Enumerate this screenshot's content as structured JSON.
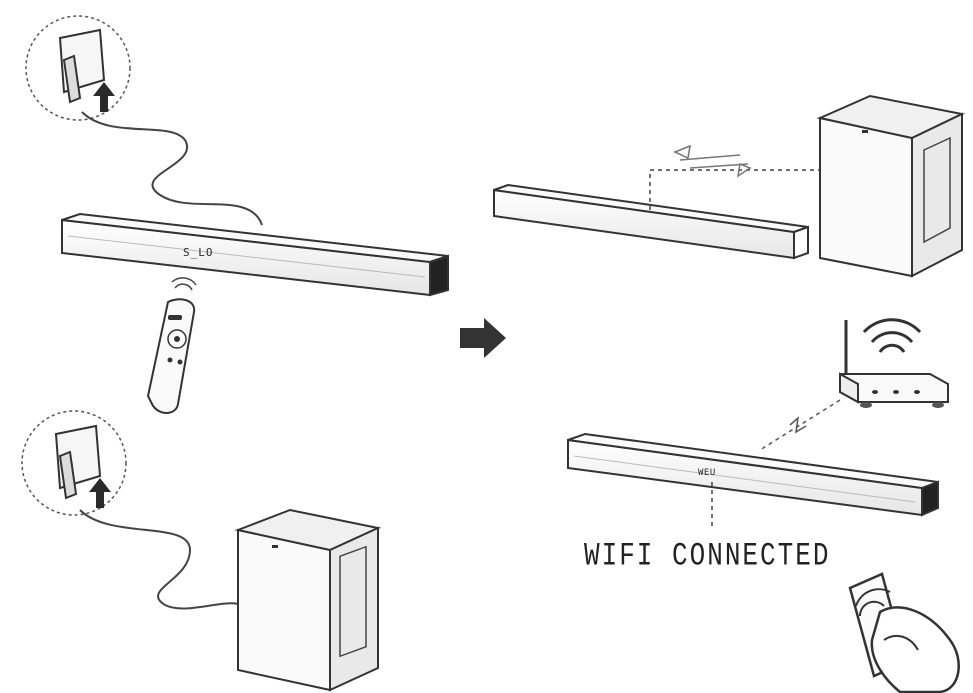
{
  "soundbar_display_1": "S_LO",
  "soundbar_display_2": "WEU",
  "status_text": "WIFI CONNECTED",
  "colors": {
    "line": "#3a3a3a",
    "fill_light": "#f2f2f2",
    "fill_dark": "#222222",
    "arrow": "#333333"
  },
  "icons": [
    "power-adapter-icon",
    "remote-control-icon",
    "soundbar-icon",
    "subwoofer-icon",
    "wifi-router-icon",
    "smartphone-hand-icon",
    "next-arrow-icon",
    "pairing-link-icon"
  ]
}
